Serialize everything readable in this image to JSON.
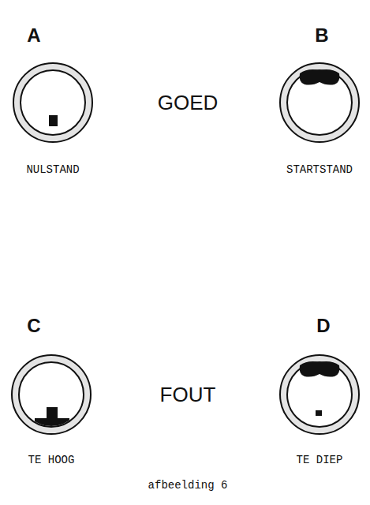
{
  "diagram": {
    "caption": "afbeelding 6",
    "labels": [
      "A",
      "B",
      "GOED",
      "NULSTAND",
      "STARTSTAND",
      "C",
      "D",
      "FOUT",
      "TE HOOG",
      "TE DIEP"
    ]
  }
}
